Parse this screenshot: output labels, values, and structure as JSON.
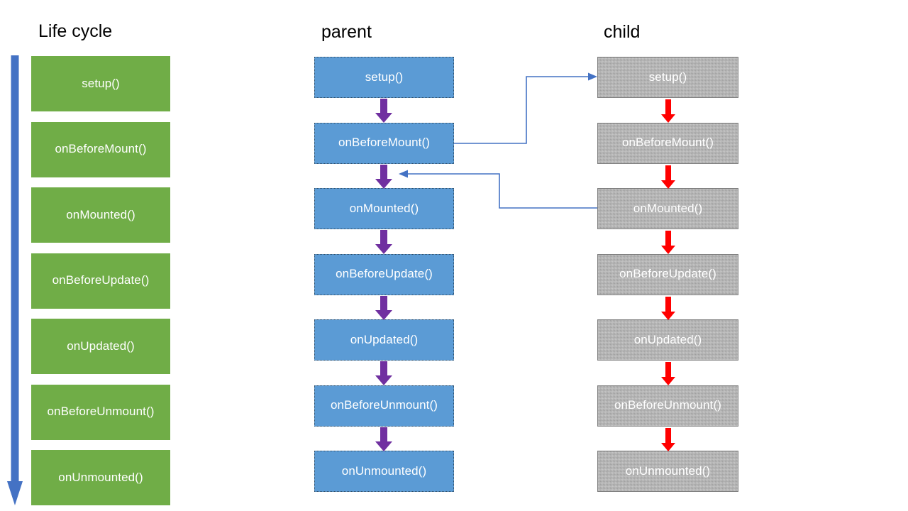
{
  "diagram": {
    "title_lifecycle": "Life cycle",
    "title_parent": "parent",
    "title_child": "child",
    "colors": {
      "lifecycle_box": "#70AD47",
      "parent_box": "#5B9BD5",
      "child_box": "#A6A6A6",
      "lifecycle_arrow": "#4472C4",
      "parent_arrow": "#7030A0",
      "child_arrow": "#FF0000",
      "connector_line": "#4472C4",
      "box_text": "#FFFFFF",
      "heading_text": "#000000",
      "background": "#FFFFFF"
    }
  },
  "lifecycle": {
    "arrow_icon": "down-arrow-icon",
    "steps": [
      {
        "label": "setup()"
      },
      {
        "label": "onBeforeMount()"
      },
      {
        "label": "onMounted()"
      },
      {
        "label": "onBeforeUpdate()"
      },
      {
        "label": "onUpdated()"
      },
      {
        "label": "onBeforeUnmount()"
      },
      {
        "label": "onUnmounted()"
      }
    ]
  },
  "parent": {
    "steps": [
      {
        "label": "setup()"
      },
      {
        "label": "onBeforeMount()"
      },
      {
        "label": "onMounted()"
      },
      {
        "label": "onBeforeUpdate()"
      },
      {
        "label": "onUpdated()"
      },
      {
        "label": "onBeforeUnmount()"
      },
      {
        "label": "onUnmounted()"
      }
    ],
    "arrow_icon": "down-arrow-icon"
  },
  "child": {
    "steps": [
      {
        "label": "setup()"
      },
      {
        "label": "onBeforeMount()"
      },
      {
        "label": "onMounted()"
      },
      {
        "label": "onBeforeUpdate()"
      },
      {
        "label": "onUpdated()"
      },
      {
        "label": "onBeforeUnmount()"
      },
      {
        "label": "onUnmounted()"
      }
    ],
    "arrow_icon": "down-arrow-icon"
  },
  "connectors": [
    {
      "name": "parent-onBeforeMount-to-child-setup",
      "from": "parent.onBeforeMount()",
      "to": "child.setup()",
      "icon": "elbow-arrow-right-icon"
    },
    {
      "name": "child-onMounted-to-parent-onMounted",
      "from": "child.onMounted()",
      "to": "parent.onMounted()",
      "icon": "elbow-arrow-left-icon"
    }
  ]
}
